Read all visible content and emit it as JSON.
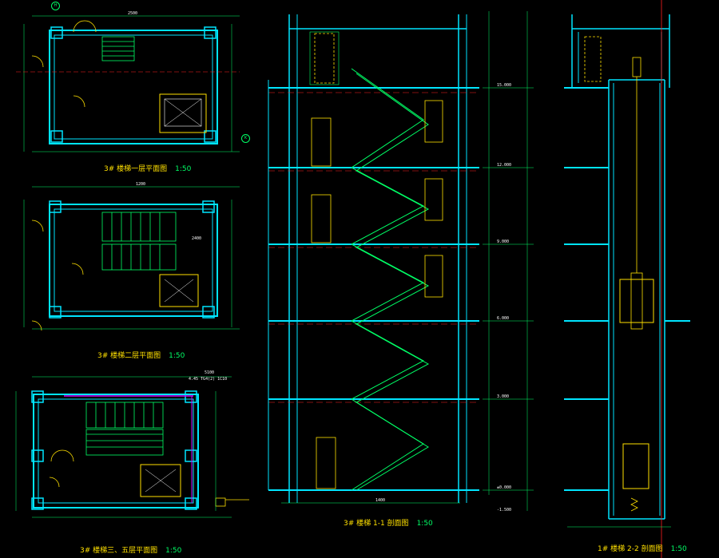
{
  "colors": {
    "background": "#000000",
    "wall": "#00e5ff",
    "stair": "#00ff66",
    "door": "#ffe000",
    "dimension": "#00ff66",
    "text": "#ffffff",
    "axis_red": "#ff2020",
    "elevator": "#ffe000"
  },
  "plans": [
    {
      "title": "3# 楼梯一层平面图",
      "scale": "1:50"
    },
    {
      "title": "3# 楼梯二层平面图",
      "scale": "1:50"
    },
    {
      "title": "3# 楼梯三、五层平面图",
      "scale": "1:50"
    }
  ],
  "sections": [
    {
      "title": "3# 楼梯 1-1 剖面图",
      "scale": "1:50"
    },
    {
      "title": "1# 楼梯 2-2 剖面图",
      "scale": "1:50"
    }
  ],
  "plan_dims": {
    "top": "2500",
    "mid": "1200",
    "side": "5100",
    "step": "2400",
    "note": "4.45  TG4(2) 1C10",
    "landing": "1400"
  },
  "axes": [
    "H",
    "K"
  ],
  "levels": [
    "15.000",
    "12.000",
    "9.000",
    "6.000",
    "3.000",
    "±0.000",
    "-1.500"
  ]
}
